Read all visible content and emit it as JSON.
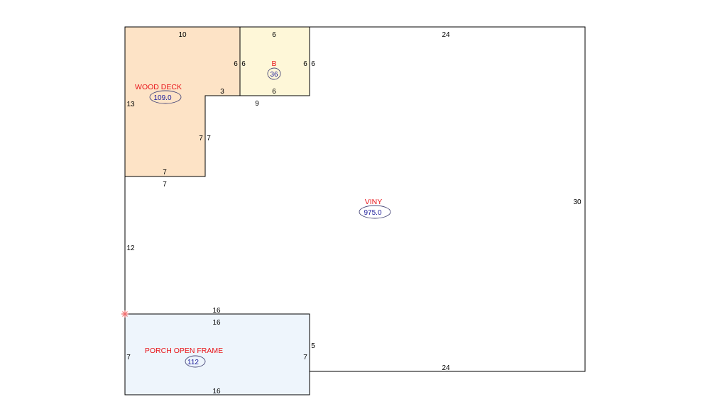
{
  "colors": {
    "outline": "#000000",
    "label": "#e8161b",
    "area_text": "#1c1c9c",
    "area_ring": "#4a4a7a",
    "deck_fill": "#fde3c6",
    "b_fill": "#fef7d8",
    "porch_fill": "#eef5fc",
    "main_fill": "#ffffff",
    "marker": "#f06a6a"
  },
  "areas": {
    "main": {
      "label": "VINY",
      "area": "975.0"
    },
    "deck": {
      "label": "WOOD DECK",
      "area": "109.0"
    },
    "b": {
      "label": "B",
      "area": "36"
    },
    "porch": {
      "label": "PORCH OPEN FRAME",
      "area": "112"
    }
  },
  "dimensions": {
    "main_top": "24",
    "main_right": "30",
    "main_bottom": "24",
    "main_step_right": "5",
    "main_left": "12",
    "main_under_b": "9",
    "deck_top": "10",
    "deck_right_upper": "6",
    "deck_step": "3",
    "deck_left": "13",
    "deck_right_lower_inner": "7",
    "deck_right_lower_outer": "7",
    "deck_bottom_inner": "7",
    "deck_bottom_outer": "7",
    "b_top": "6",
    "b_left": "6",
    "b_right_inner": "6",
    "b_right_outer": "6",
    "b_bottom": "6",
    "porch_top_outer": "16",
    "porch_top_inner": "16",
    "porch_left": "7",
    "porch_right": "7",
    "porch_bottom": "16"
  }
}
